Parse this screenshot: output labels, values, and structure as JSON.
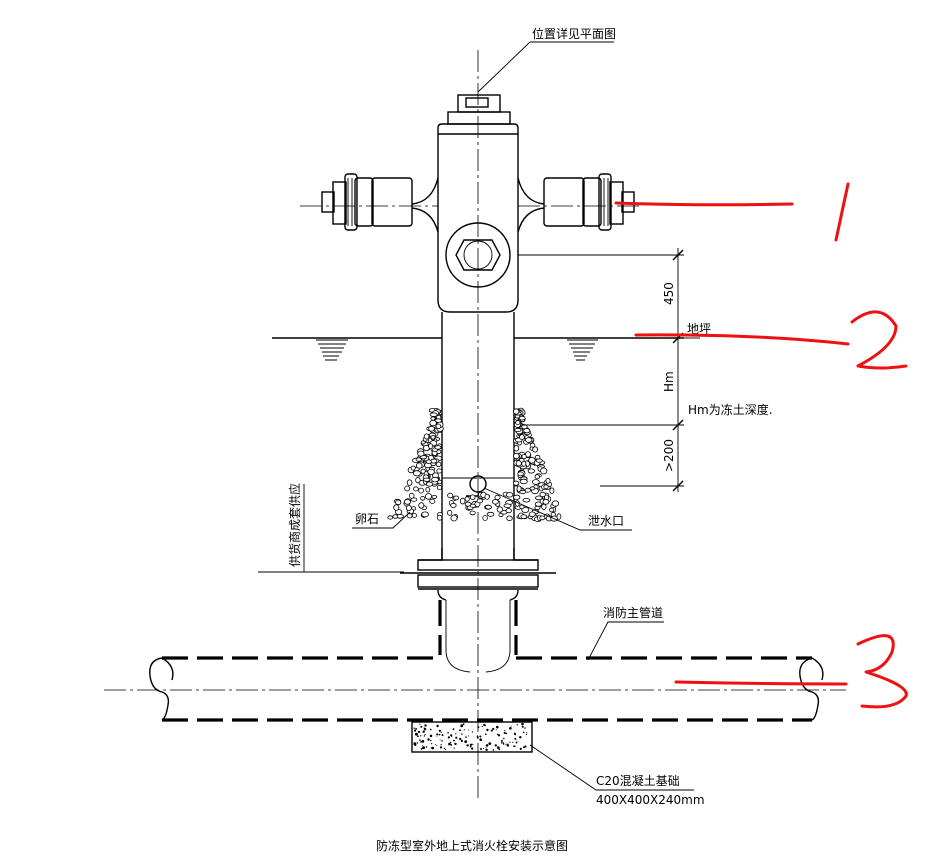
{
  "title": "防冻型室外地上式消火栓安装示意图",
  "labels": {
    "location": "位置详见平面图",
    "ground": "地坪",
    "hm_desc": "Hm为冻土深度.",
    "pebbles": "卵石",
    "drain": "泄水口",
    "main_pipe": "消防主管道",
    "foundation": "C20混凝土基础",
    "foundation_size": "400X400X240mm",
    "valve_note": "供货商成套供应"
  },
  "dimensions": {
    "d1": "450",
    "d2": "Hm",
    "d3": ">200"
  },
  "annotations": {
    "mark1": "1",
    "mark2": "2",
    "mark3": "3"
  },
  "colors": {
    "annotation": "#ee1111",
    "drawing": "#000000"
  }
}
